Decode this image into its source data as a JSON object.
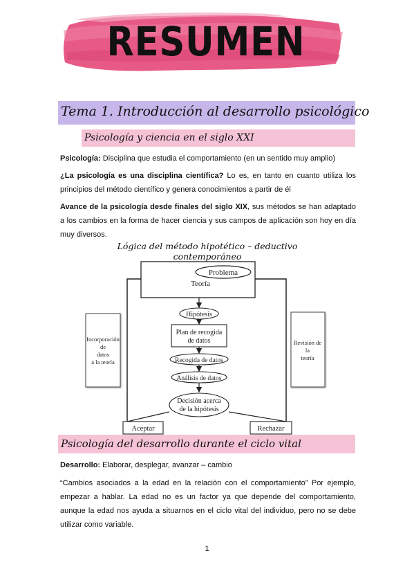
{
  "header": {
    "title": "RESUMEN"
  },
  "section1": {
    "title": "Tema 1. Introducción al desarrollo psicológico",
    "subtitle": "Psicología y ciencia en el siglo XXI"
  },
  "paragraphs": {
    "p1_bold": "Psicología:",
    "p1_text": " Disciplina que estudia el comportamiento (en un sentido muy amplio)",
    "p2_bold": "¿La psicología es una disciplina científica?",
    "p2_text": " Lo es, en tanto en cuanto utiliza los principios del método científico y genera conocimientos a partir de él",
    "p3_bold": "Avance de la psicología desde finales del siglo XIX",
    "p3_text": ", sus métodos se han adaptado a los cambios en la forma de hacer ciencia y sus campos de aplicación son hoy en día muy diversos."
  },
  "diagram": {
    "title": "Lógica del método hipotético – deductivo contemporáneo",
    "problema": "Problema",
    "teoria": "Teoría",
    "hipotesis": "Hipótesis",
    "plan_line1": "Plan de recogida",
    "plan_line2": "de datos",
    "recogida": "Recogida de datos",
    "analisis": "Análisis de datos",
    "decision_line1": "Decisión acerca",
    "decision_line2": "de la hipótesis",
    "aceptar": "Aceptar",
    "rechazar": "Rechazar",
    "incorp_line1": "Incorporación",
    "incorp_line2": "de",
    "incorp_line3": "datos",
    "incorp_line4": "a la teoría",
    "revision_line1": "Revisión de",
    "revision_line2": "la",
    "revision_line3": "teoría"
  },
  "section2": {
    "title": "Psicología del desarrollo durante el ciclo vital",
    "p1_bold": "Desarrollo:",
    "p1_text": " Elaborar, desplegar, avanzar – cambio",
    "p2_text": "“Cambios asociados a la edad en la relación con el comportamiento” Por ejemplo, empezar a hablar. La edad no es un factor ya que depende del comportamiento, aunque la edad nos ayuda a situarnos en el ciclo vital del individuo, pero no se debe utilizar como variable."
  },
  "footer": {
    "page_number": "1"
  },
  "colors": {
    "brush": "#e85a86",
    "purple_band": "#c7b6ea",
    "pink_band": "#f6c3d6"
  }
}
